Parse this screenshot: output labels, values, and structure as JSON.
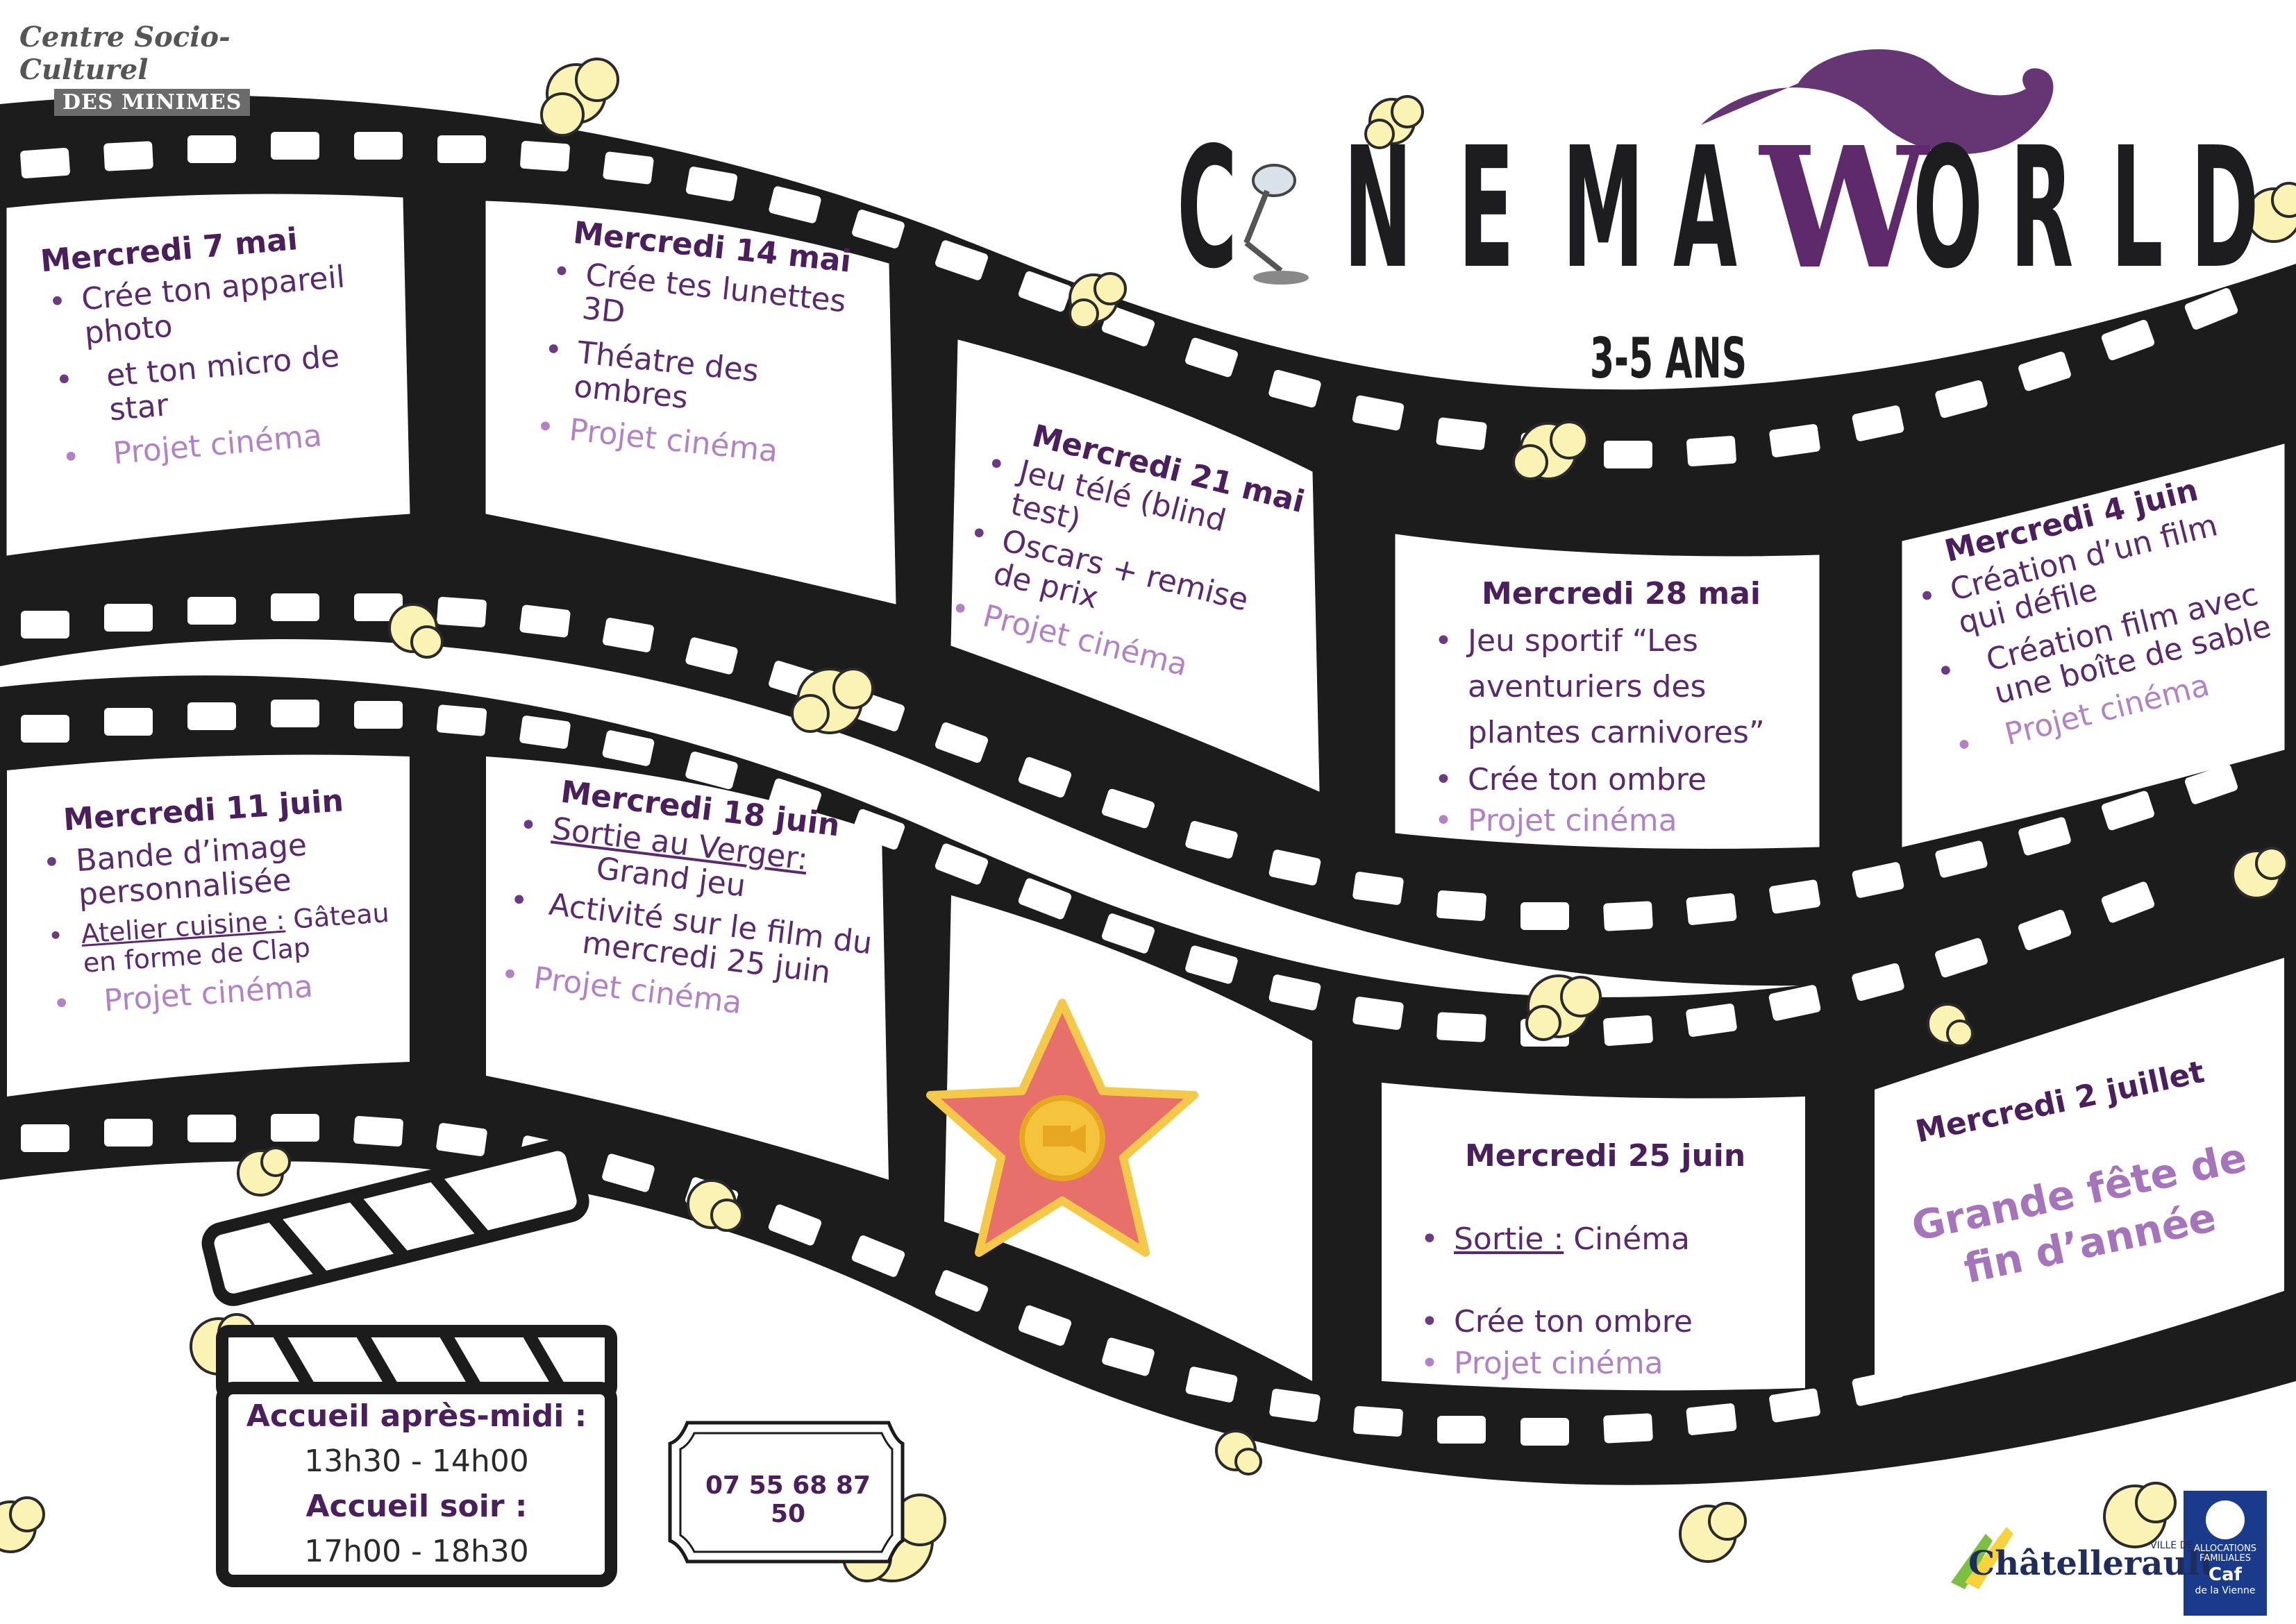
{
  "header": {
    "org_line1": "Centre Socio-Culturel",
    "org_line2": "DES MINIMES",
    "title_part1": [
      "C",
      "N",
      "E",
      "M",
      "A"
    ],
    "title_part2": [
      "W",
      "O",
      "R",
      "L",
      "D"
    ],
    "age": "3-5 ANS"
  },
  "sessions": [
    {
      "date": "Mercredi 7 mai",
      "items": [
        "Crée ton appareil photo",
        "et ton micro de star"
      ],
      "extra": "Projet cinéma"
    },
    {
      "date": "Mercredi 14 mai",
      "items": [
        "Crée tes lunettes 3D",
        "Théatre des ombres"
      ],
      "extra": "Projet cinéma"
    },
    {
      "date": "Mercredi 21 mai",
      "items": [
        "Jeu télé (blind test)",
        "Oscars + remise de prix"
      ],
      "extra": "Projet cinéma"
    },
    {
      "date": "Mercredi 28 mai",
      "items": [
        "Jeu sportif  “Les aventuriers des plantes carnivores”",
        "Crée ton ombre"
      ],
      "extra": "Projet cinéma"
    },
    {
      "date": "Mercredi 4 juin",
      "items": [
        "Création d’un film qui défile",
        "Création film avec une boîte de sable"
      ],
      "extra": "Projet cinéma"
    },
    {
      "date": "Mercredi 11 juin",
      "items": [
        "Bande d’image personnalisée"
      ],
      "atelier_label": "Atelier cuisine :",
      "atelier_text": " Gâteau en forme de Clap",
      "extra": "Projet cinéma"
    },
    {
      "date": "Mercredi 18 juin",
      "sortie_label": "Sortie au Verger:",
      "sortie_text": "Grand jeu",
      "items": [
        "Activité sur le film du mercredi 25 juin"
      ],
      "extra": "Projet cinéma"
    },
    {
      "date": "Mercredi 25 juin",
      "sortie_label": "Sortie :",
      "sortie_text": " Cinéma",
      "items": [
        "Crée ton ombre"
      ],
      "extra": "Projet cinéma"
    },
    {
      "date": "Mercredi 2 juillet",
      "highlight": "Grande fête de fin d’année"
    }
  ],
  "clapboard": {
    "line1": "Accueil après-midi :",
    "line2": "13h30 - 14h00",
    "line3": "Accueil soir :",
    "line4": "17h00 - 18h30"
  },
  "phone": "07 55 68 87 50",
  "logos": {
    "chatellerault": "Châtellerault",
    "ville_de": "VILLE DE",
    "caf_line1": "ALLOCATIONS FAMILIALES",
    "caf_line2": "Caf",
    "caf_line3": "de la Vienne"
  },
  "colors": {
    "purple_dark": "#4a1f5c",
    "purple": "#5b2a6e",
    "purple_light": "#b283c4",
    "title_purple": "#5e2a6b",
    "film_black": "#1c1c1c",
    "popcorn": "#fbf3b4",
    "star": "#e86e6a"
  }
}
